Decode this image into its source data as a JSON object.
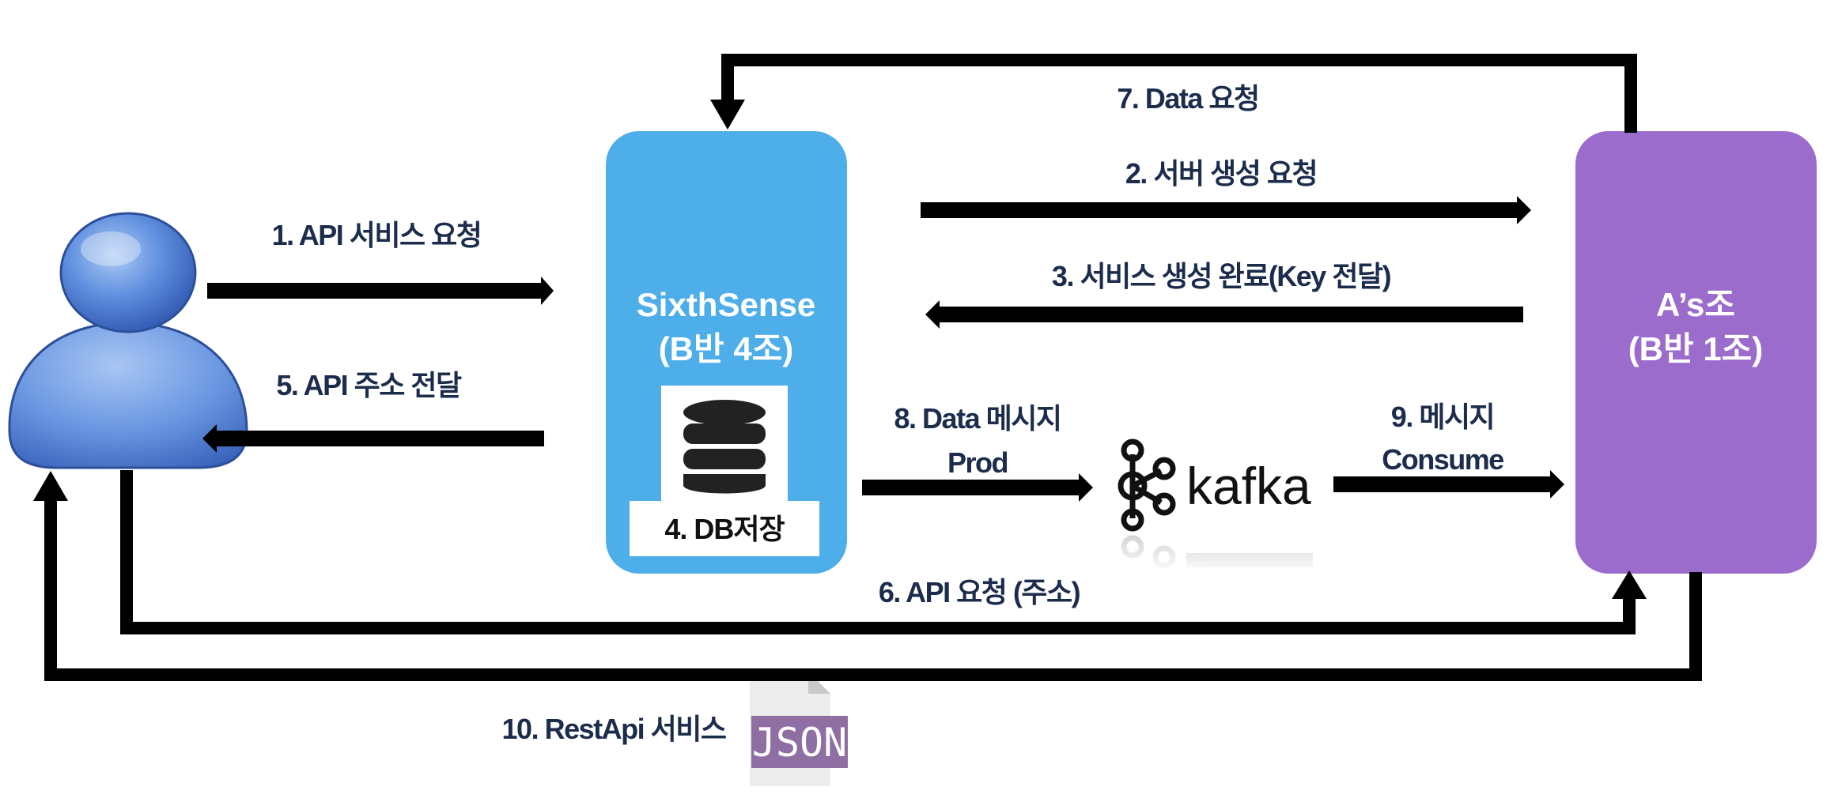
{
  "nodes": {
    "user": {
      "icon": "user-icon"
    },
    "sixthsense": {
      "line1": "SixthSense",
      "line2": "(B반 4조)",
      "color": "#4daee9",
      "db_icon": "database-icon",
      "db_caption": "4. DB저장"
    },
    "as_team": {
      "line1": "A’s조",
      "line2": "(B반 1조)",
      "color": "#9b6ccb"
    },
    "kafka": {
      "icon": "kafka-icon",
      "label": "kafka"
    },
    "json": {
      "icon": "json-file-icon",
      "label": "JSON"
    }
  },
  "steps": {
    "s1": "1. API 서비스 요청",
    "s2": "2. 서버 생성 요청",
    "s3": "3. 서비스 생성 완료(Key 전달)",
    "s5": "5. API 주소 전달",
    "s6": "6. API 요청 (주소)",
    "s7": "7. Data 요청",
    "s8_line1": "8. Data 메시지",
    "s8_line2": "Prod",
    "s9_line1": "9. 메시지",
    "s9_line2": "Consume",
    "s10": "10. RestApi 서비스"
  },
  "colors": {
    "text": "#1c2c4c",
    "arrow": "#000000"
  }
}
